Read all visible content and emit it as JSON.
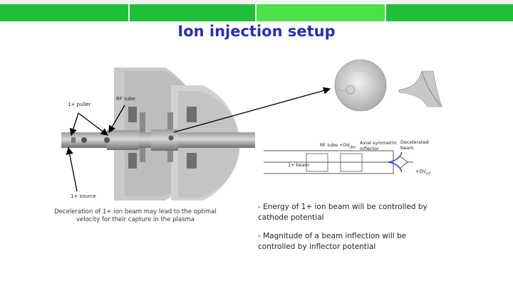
{
  "slide": {
    "title": "Ion injection setup",
    "colors": {
      "title": "#2a2fa8",
      "bar_green_dark": "#1fbf3a",
      "bar_green_light": "#4ee04a",
      "bar_bg": "#f1f3f1"
    }
  },
  "labels": {
    "puller": "1+ puller",
    "rf_tube": "RF tube",
    "source": "1+ source",
    "rf_tube_voltage": "RF tube +DV",
    "rf_tube_voltage_sub": "dec",
    "axisym_inflector": "Axial symmetric inflector",
    "decelerated_beam": "Decelerated beam",
    "beam_1plus": "1+ beam",
    "inflector_voltage": "+DV",
    "inflector_voltage_sub": "inf"
  },
  "caption": "Deceleration of 1+ ion beam may lead to the optimal velocity for their capture in the plasma",
  "bullets": [
    "- Energy of 1+ ion beam will be controlled by cathode potential",
    "- Magnitude of a beam inflection will be controlled by inflector potential"
  ]
}
